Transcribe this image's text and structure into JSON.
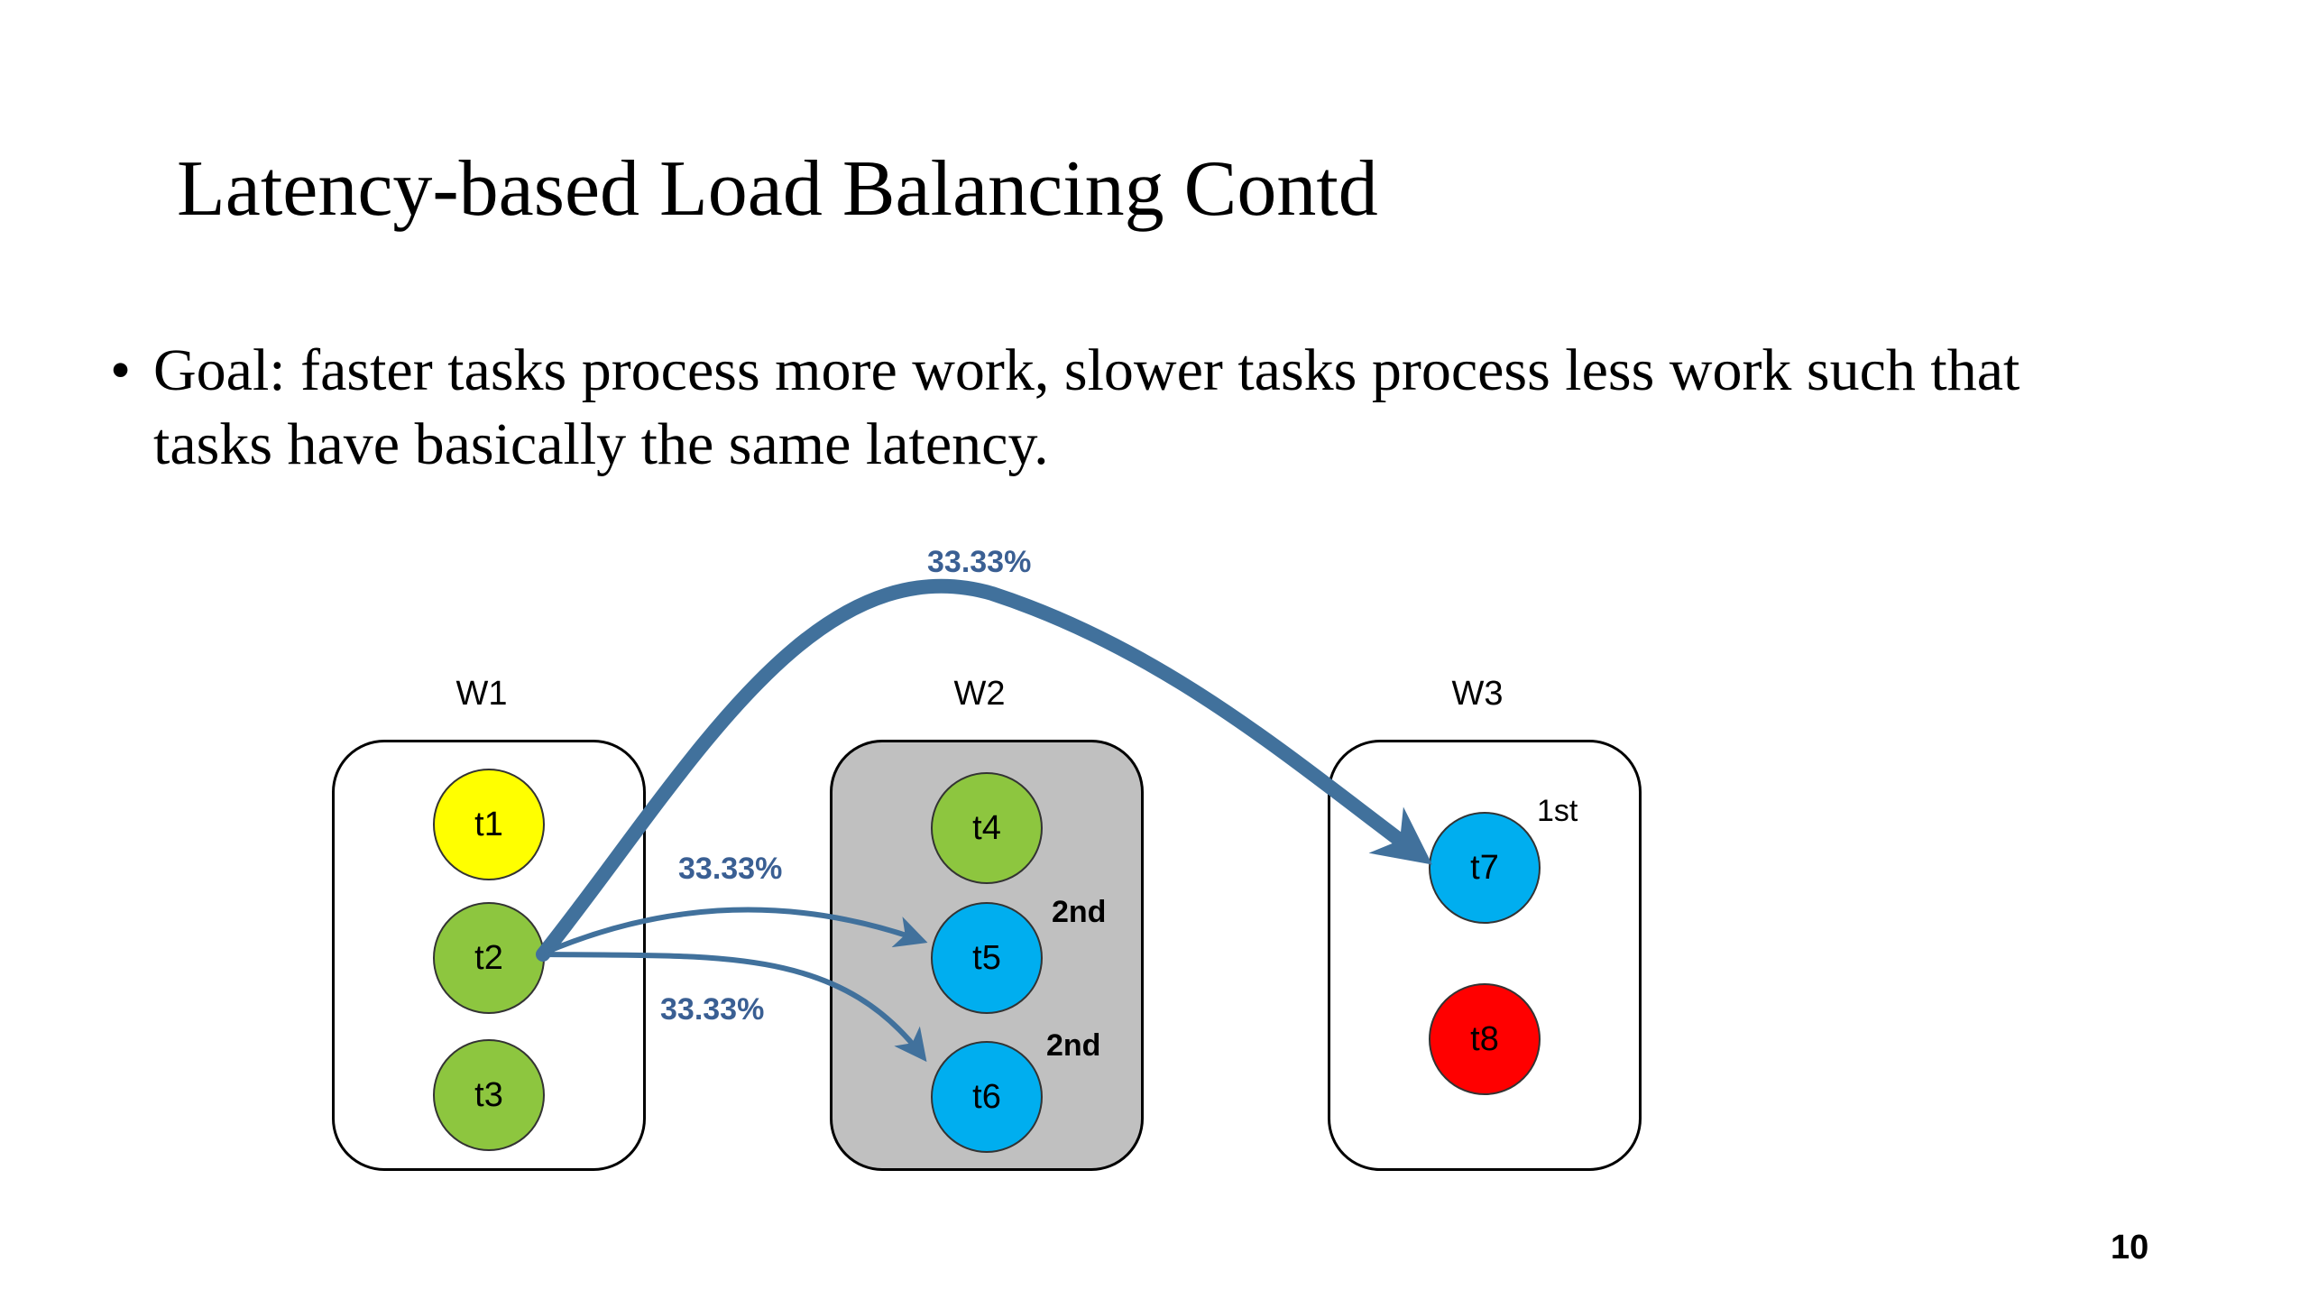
{
  "slide": {
    "title": "Latency-based Load Balancing Contd",
    "bullet_char": "•",
    "bullet_text": "Goal: faster tasks process more work, slower tasks process less work such that tasks have basically the same latency.",
    "page_number": "10"
  },
  "workers": [
    {
      "label": "W1",
      "shaded": false
    },
    {
      "label": "W2",
      "shaded": true
    },
    {
      "label": "W3",
      "shaded": false
    }
  ],
  "tasks": [
    {
      "id": "t1",
      "color": "#ffff00"
    },
    {
      "id": "t2",
      "color": "#8dc63f"
    },
    {
      "id": "t3",
      "color": "#8dc63f"
    },
    {
      "id": "t4",
      "color": "#8dc63f"
    },
    {
      "id": "t5",
      "color": "#00aeef"
    },
    {
      "id": "t6",
      "color": "#00aeef"
    },
    {
      "id": "t7",
      "color": "#00aeef"
    },
    {
      "id": "t8",
      "color": "#ff0000"
    }
  ],
  "ranks": {
    "t7": "1st",
    "t5": "2nd",
    "t6": "2nd"
  },
  "edges": [
    {
      "from": "t2",
      "to": "t7",
      "label": "33.33%"
    },
    {
      "from": "t2",
      "to": "t5",
      "label": "33.33%"
    },
    {
      "from": "t2",
      "to": "t6",
      "label": "33.33%"
    }
  ],
  "colors": {
    "arrow": "#41719c",
    "label": "#3a5f93",
    "shaded_worker": "#c0c0c0"
  }
}
